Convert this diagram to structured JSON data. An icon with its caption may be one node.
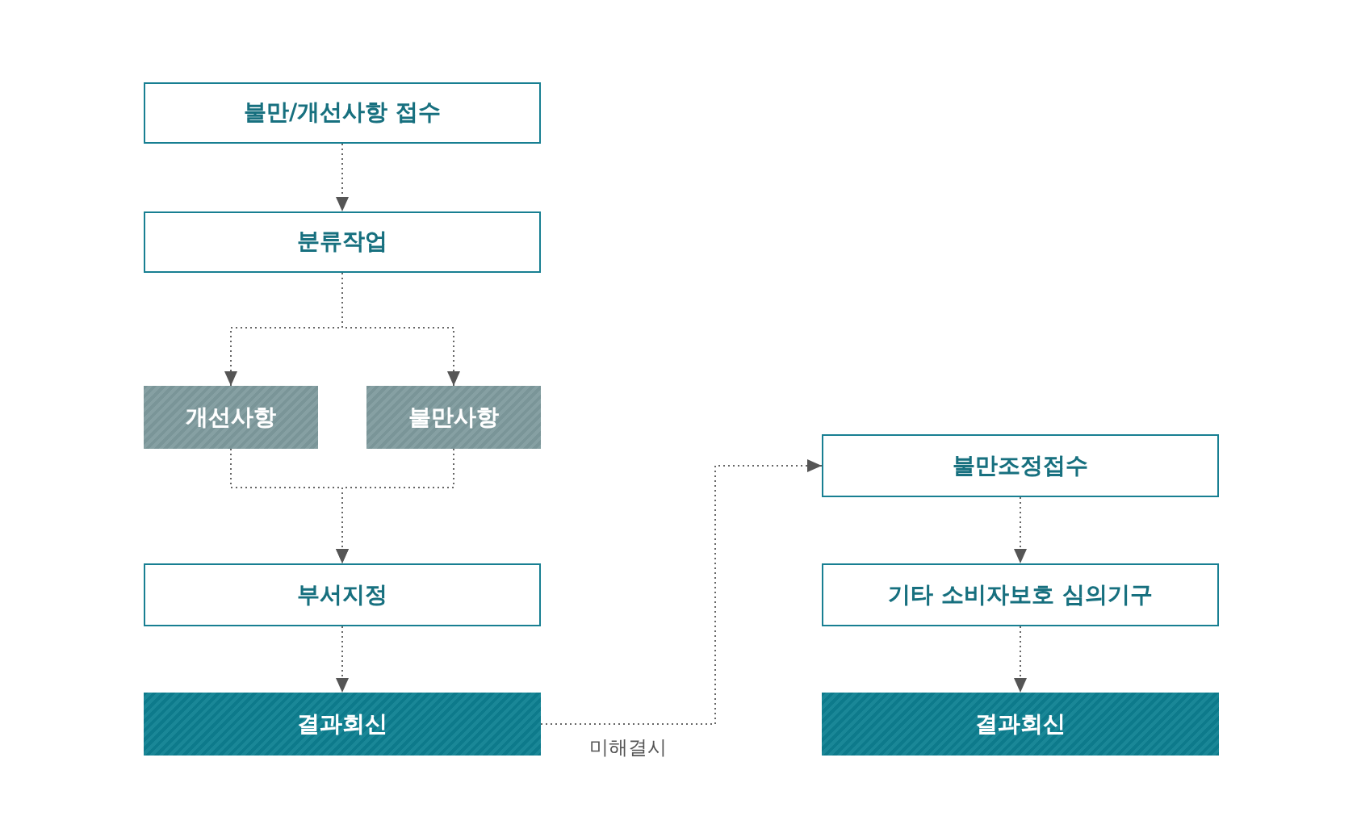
{
  "diagram": {
    "nodes": [
      {
        "text": [
          "불만/개선사항 접수"
        ]
      },
      {
        "text": [
          "분류작업"
        ]
      },
      {
        "text": [
          "개선사항"
        ]
      },
      {
        "text": [
          "불만사항"
        ]
      },
      {
        "text": [
          "부서지정"
        ]
      },
      {
        "text": [
          "결과회신"
        ]
      },
      {
        "text": [
          "불만조정접수"
        ]
      },
      {
        "text": [
          "기타 소비자보호 심의기구"
        ]
      },
      {
        "text": [
          "결과회신"
        ]
      }
    ],
    "edges": [
      {
        "from": 0,
        "to": 1,
        "arrow": "to"
      },
      {
        "from": 1,
        "to": 2,
        "arrow": "to"
      },
      {
        "from": 1,
        "to": 3,
        "arrow": "to"
      },
      {
        "from": 2,
        "to": 4,
        "arrow": "to"
      },
      {
        "from": 3,
        "to": 4,
        "arrow": "to"
      },
      {
        "from": 4,
        "to": 5,
        "arrow": "to"
      },
      {
        "from": 5,
        "to": 6,
        "arrow": "to",
        "label": "미해결시"
      },
      {
        "from": 6,
        "to": 7,
        "arrow": "to"
      },
      {
        "from": 7,
        "to": 8,
        "arrow": "to"
      }
    ]
  }
}
